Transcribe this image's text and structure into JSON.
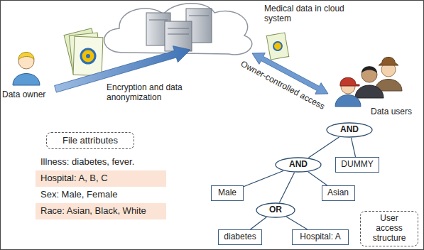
{
  "diagram": {
    "nodes": [
      {
        "text": [
          "File attributes"
        ]
      },
      {
        "text": [
          "Illness: diabetes, fever."
        ]
      },
      {
        "text": [
          "Hospital: A, B, C"
        ]
      },
      {
        "text": [
          "Sex: Male, Female"
        ]
      },
      {
        "text": [
          "Race: Asian, Black, White"
        ]
      },
      {
        "text": [
          "AND"
        ]
      },
      {
        "text": [
          "AND"
        ]
      },
      {
        "text": [
          "DUMMY"
        ]
      },
      {
        "text": [
          "Male"
        ]
      },
      {
        "text": [
          "OR"
        ]
      },
      {
        "text": [
          "Asian"
        ]
      },
      {
        "text": [
          "diabetes"
        ]
      },
      {
        "text": [
          "Hospital: A"
        ]
      },
      {
        "text": [
          "User access structure"
        ]
      }
    ],
    "edges": [
      {
        "from": 5,
        "to": 6,
        "arrow": "none"
      },
      {
        "from": 5,
        "to": 7,
        "arrow": "none"
      },
      {
        "from": 6,
        "to": 8,
        "arrow": "none"
      },
      {
        "from": 6,
        "to": 9,
        "arrow": "none"
      },
      {
        "from": 6,
        "to": 10,
        "arrow": "none"
      },
      {
        "from": 9,
        "to": 11,
        "arrow": "none"
      },
      {
        "from": 9,
        "to": 12,
        "arrow": "none"
      }
    ],
    "labels": [
      "Medical data in cloud system",
      "Encryption and data anonymization",
      "Owner-controlled access",
      "Data owner",
      "Data users"
    ]
  }
}
